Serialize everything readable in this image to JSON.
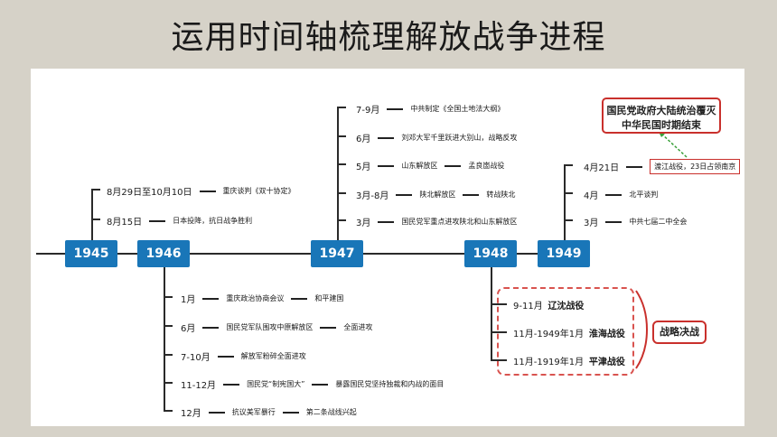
{
  "title": "运用时间轴梳理解放战争进程",
  "years": [
    "1945",
    "1946",
    "1947",
    "1948",
    "1949"
  ],
  "y1945": [
    {
      "date": "8月29日至10月10日",
      "text": "重庆谈判《双十协定》"
    },
    {
      "date": "8月15日",
      "text": "日本投降，抗日战争胜利"
    }
  ],
  "y1946": [
    {
      "date": "1月",
      "text": "重庆政治协商会议",
      "text2": "和平建国"
    },
    {
      "date": "6月",
      "text": "国民党军队围攻中原解放区",
      "text2": "全面进攻"
    },
    {
      "date": "7-10月",
      "text": "解放军粉碎全面进攻"
    },
    {
      "date": "11-12月",
      "text": "国民党“制宪国大”",
      "text2": "暴露国民党坚持独裁和内战的面目"
    },
    {
      "date": "12月",
      "text": "抗议美军暴行",
      "text2": "第二条战线兴起"
    }
  ],
  "y1947": [
    {
      "date": "7-9月",
      "text": "中共制定《全国土地法大纲》"
    },
    {
      "date": "6月",
      "text": "刘邓大军千里跃进大别山，战略反攻"
    },
    {
      "date": "5月",
      "text": "山东解放区",
      "text2": "孟良崮战役"
    },
    {
      "date": "3月-8月",
      "text": "陕北解放区",
      "text2": "转战陕北"
    },
    {
      "date": "3月",
      "text": "国民党军重点进攻陕北和山东解放区"
    }
  ],
  "y1948": [
    {
      "date": "9-11月",
      "text": "辽沈战役"
    },
    {
      "date": "11月-1949年1月",
      "text": "淮海战役"
    },
    {
      "date": "11月-1919年1月",
      "text": "平津战役"
    }
  ],
  "y1948_label": "战略决战",
  "y1949": [
    {
      "date": "4月21日",
      "text": "渡江战役，23日占领南京"
    },
    {
      "date": "4月",
      "text": "北平谈判"
    },
    {
      "date": "3月",
      "text": "中共七届二中全会"
    }
  ],
  "y1949_box": [
    "国民党政府大陆统治覆灭",
    "中华民国时期结束"
  ],
  "colors": {
    "year_box": "#1976b8",
    "accent_red": "#c9302c",
    "arrow_green": "#3aa03a",
    "background": "#d6d2c8"
  }
}
